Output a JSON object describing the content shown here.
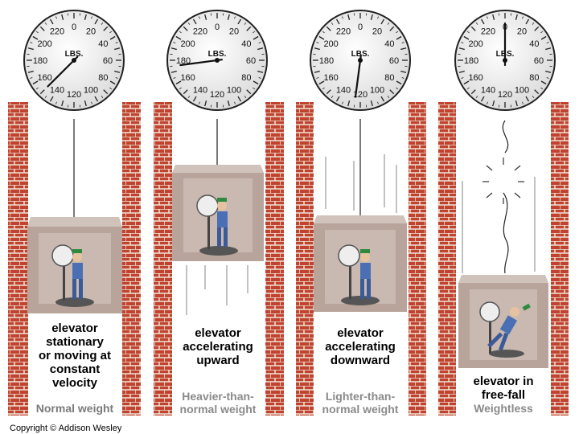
{
  "dial": {
    "unit": "LBS.",
    "ticks": [
      "0",
      "20",
      "40",
      "60",
      "80",
      "100",
      "120",
      "140",
      "160",
      "180",
      "200",
      "220"
    ]
  },
  "panels": [
    {
      "caption": [
        "elevator",
        "stationary",
        "or moving at",
        "constant",
        "velocity"
      ],
      "weight": [
        "Normal weight"
      ],
      "reading": 150
    },
    {
      "caption": [
        "elevator",
        "accelerating",
        "upward"
      ],
      "weight": [
        "Heavier-than-",
        "normal weight"
      ],
      "reading": 175
    },
    {
      "caption": [
        "elevator",
        "accelerating",
        "downward"
      ],
      "weight": [
        "Lighter-than-",
        "normal weight"
      ],
      "reading": 125
    },
    {
      "caption": [
        "elevator in",
        "free-fall"
      ],
      "weight": [
        "Weightless"
      ],
      "reading": 0
    }
  ],
  "copyright": "Copyright © Addison Wesley",
  "colors": {
    "brick": "#c0432f",
    "mortar": "#f0e4d8",
    "box": "#b8a49a",
    "normal_weight": "#7a7a7a",
    "heavier_weight": "#8a8a8a"
  }
}
